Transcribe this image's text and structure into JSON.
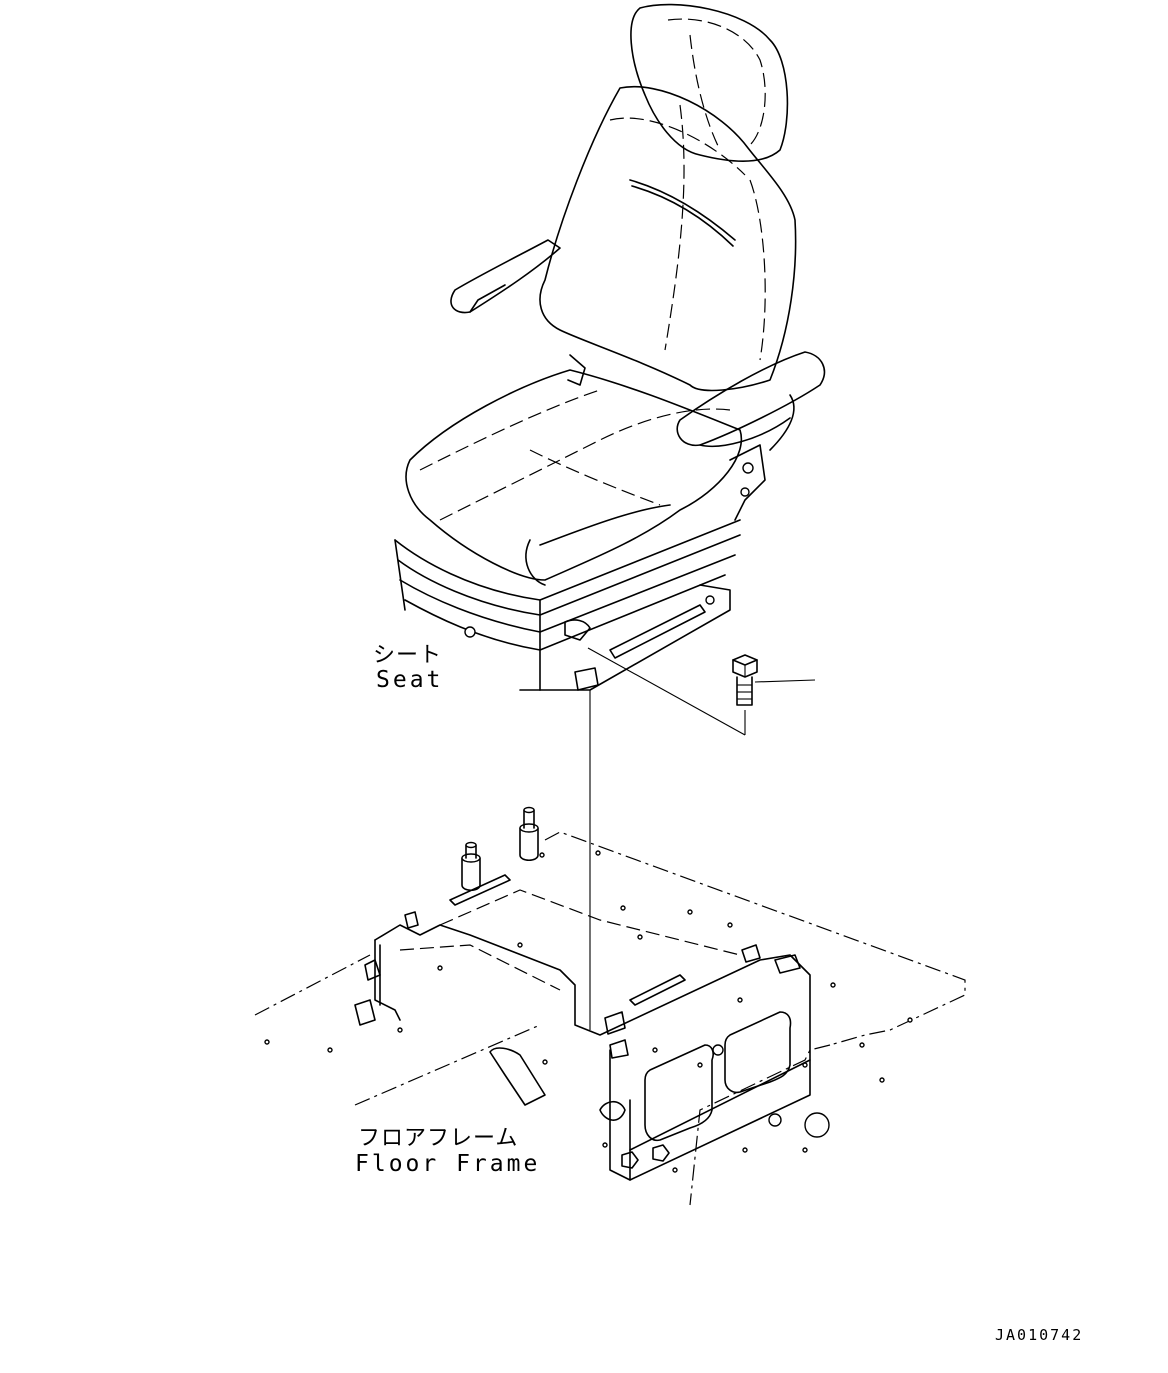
{
  "labels": {
    "seat_jp": "シート",
    "seat_en": "Seat",
    "floor_jp": "フロアフレーム",
    "floor_en": "Floor Frame",
    "drawing_code": "JA010742"
  },
  "icons": [
    "seat-icon",
    "bolt-icon",
    "floor-frame-icon"
  ]
}
